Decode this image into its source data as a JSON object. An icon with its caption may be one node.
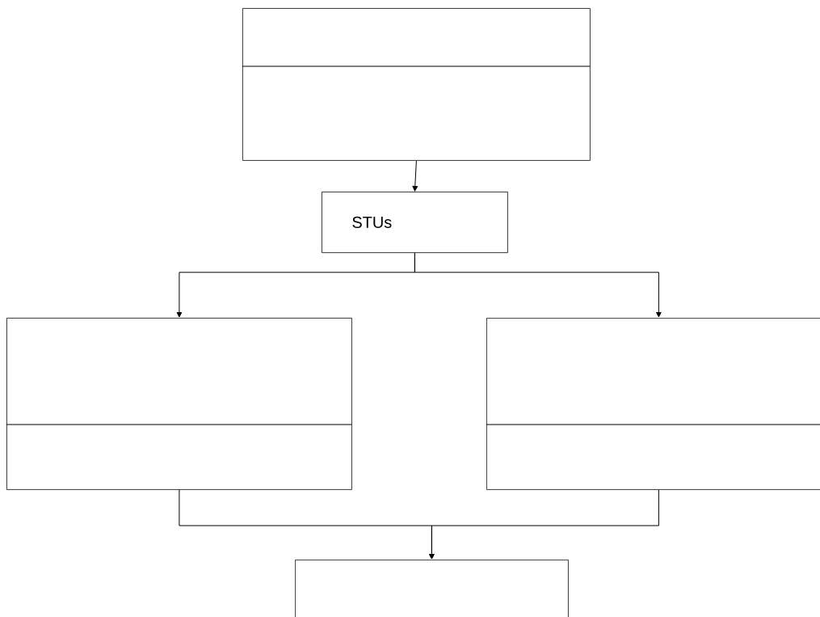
{
  "diagram": {
    "nodes": [
      {
        "text": [],
        "shape": "box"
      },
      {
        "text": [
          "STUs"
        ]
      },
      {
        "text": [],
        "shape": "box"
      },
      {
        "text": [],
        "shape": "box"
      },
      {
        "text": [],
        "shape": "box"
      }
    ],
    "edges": [
      {
        "from": 0,
        "to": 1,
        "arrow": "to"
      },
      {
        "from": 1,
        "to": 2,
        "arrow": "to"
      },
      {
        "from": 1,
        "to": 3,
        "arrow": "to"
      },
      {
        "from": 2,
        "to": 4,
        "arrow": "to"
      },
      {
        "from": 3,
        "to": 4,
        "arrow": "to"
      }
    ]
  }
}
